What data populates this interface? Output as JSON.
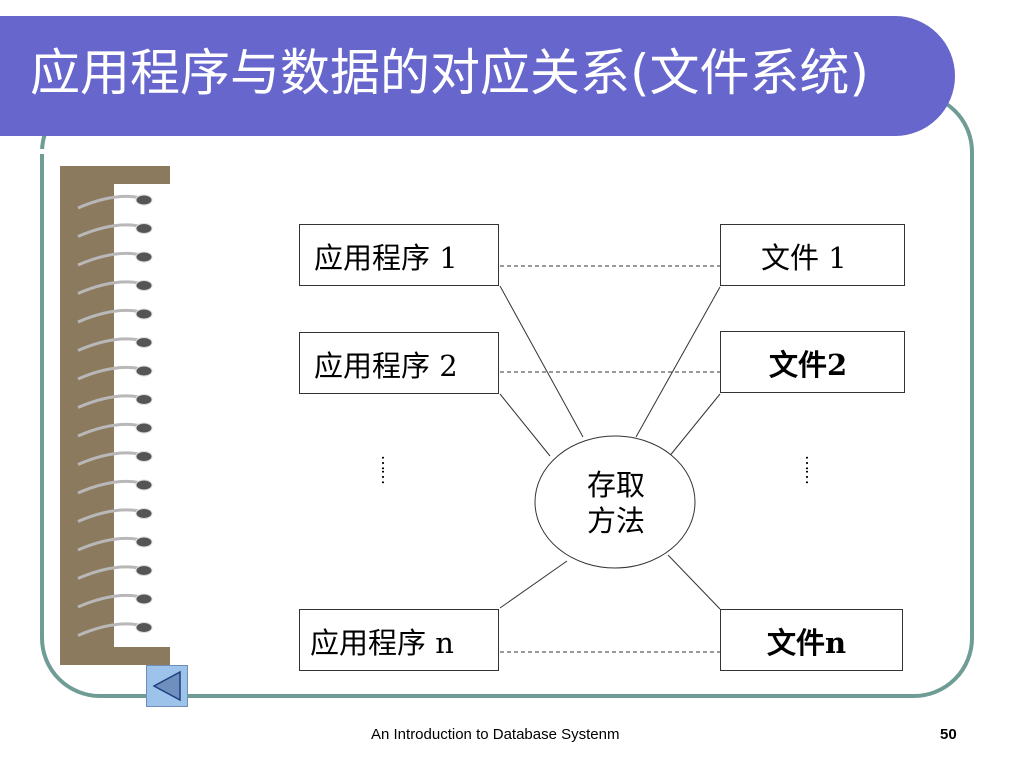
{
  "slide": {
    "title": "应用程序与数据的对应关系(文件系统)",
    "page_number": "50",
    "footer_text": "An Introduction to Database Systenm"
  },
  "diagram": {
    "apps": [
      "应用程序 1",
      "应用程序 2",
      "应用程序 n"
    ],
    "files": [
      "文件 1",
      "文件2",
      "文件n"
    ],
    "center_line1": "存取",
    "center_line2": "方法",
    "ellipsis": "……"
  },
  "nav": {
    "back_icon": "triangle-left-icon"
  },
  "colors": {
    "title_bar": "#6666cc",
    "frame": "#6f9c95",
    "notebook_binding": "#8c7a5e",
    "nav_button": "#9dc3ea"
  }
}
